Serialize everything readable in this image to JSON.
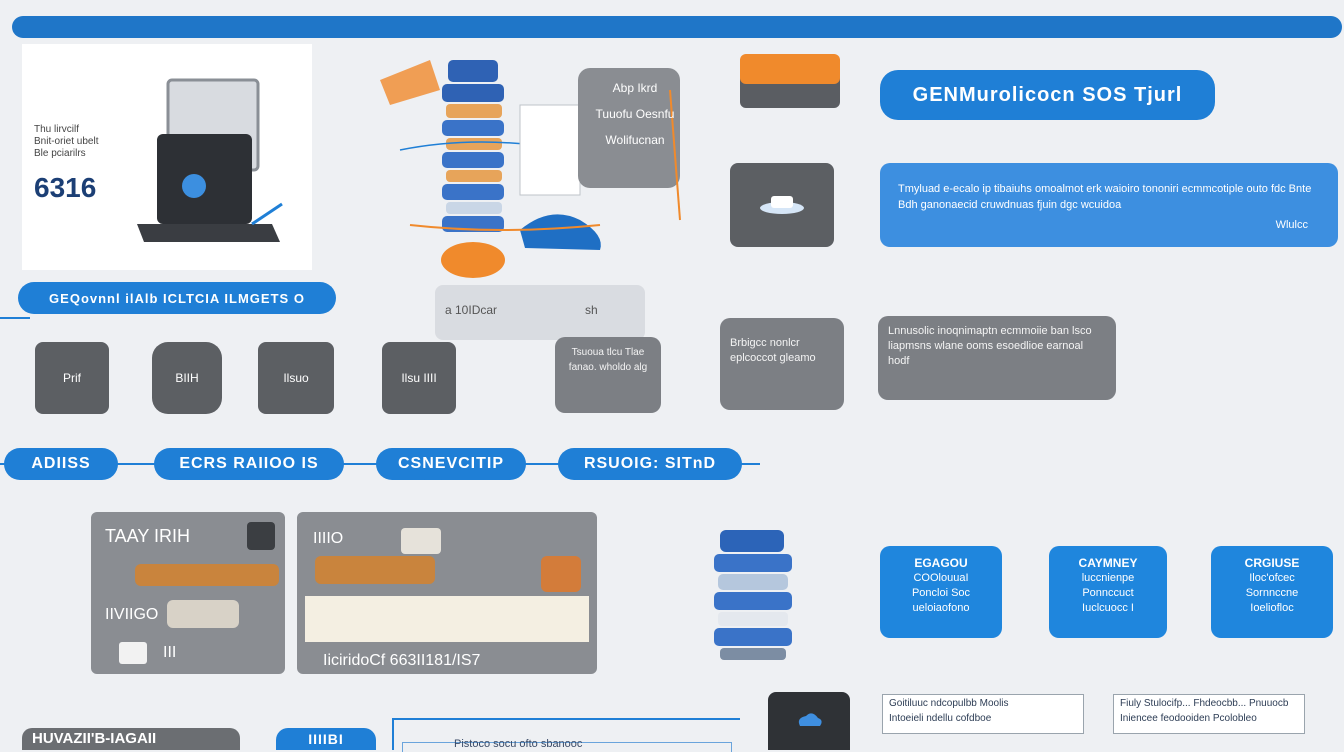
{
  "banner": {
    "main_title": "GENMurolicocn SOS Tjurl",
    "intro_lines": [
      "Thu lirvcilf",
      "Bnit-oriet ubelt",
      "Ble pciarilrs"
    ],
    "big_number": "6316",
    "desc_text": "Tmyluad e-ecalo ip tibaiuhs omoalmot erk waioiro tononiri ecmmcotiple outo fdc Bnte Bdh ganonaecid cruwdnuas fjuin dgc wcuidoa",
    "desc_right": "Wlulcc"
  },
  "diagram": {
    "lines": [
      "Abp Ikrd",
      "Tuuofu Oesnfu",
      "Wolifucnan"
    ],
    "caption_left": "a 10IDcar",
    "caption_right": "sh"
  },
  "section_bubble": "GEQovnnl ilAlb ICLTCIA ILMGETS O",
  "icons_row": [
    "Prif",
    "BIIH",
    "Ilsuo",
    "Ilsu IIII"
  ],
  "mid_bubble": "Tsuoua tlcu Tlae fanao. wholdo alg",
  "gray_notes": [
    "Brbigcc nonlcr eplcoccot gleamo",
    "Lnnusolic inoqnimaptn ecmmoiie ban lsco liapmsns wlane ooms esoedlioe earnoal hodf"
  ],
  "tabs": [
    "ADIISS",
    "ECRS RAIIOO IS",
    "CSNEVCITIP",
    "RSUOIG: SITnD"
  ],
  "panels": {
    "left_title": "TAAY IRIH",
    "left_label": "IIVIIGO",
    "left_code": "III",
    "right_title": "IIIIO",
    "right_footer": "IiciridoCf 663II181/IS7"
  },
  "blue_cards": [
    {
      "title": "EGAGOU",
      "line1": "COOlouuaI",
      "line2": "Poncloi Soc",
      "line3": "ueloiaofono"
    },
    {
      "title": "CAYMNEY",
      "line1": "luccnienpe",
      "line2": "Ponnccuct",
      "line3": "Iuclcuocc I"
    },
    {
      "title": "CRGIUSE",
      "line1": "Iloc'ofcec",
      "line2": "Sornnccne",
      "line3": "Ioeliofloc"
    }
  ],
  "bottom": {
    "left_bubble": "HUVAZII'B-IAGAII",
    "mid_pill": "IIIIBI",
    "mid_text": "Pistoco socu ofto sbanooc",
    "box1_lines": [
      "Goitiluuc ndcopulbb Moolis",
      "Intoeieli ndellu cofdboe"
    ],
    "box2_lines": [
      "Fiuly Stulocifp... Fhdeocbb... Pnuuocb",
      "Iniencee feodooiden Pcolobleo"
    ]
  },
  "colors": {
    "accent_blue": "#1f7fd6",
    "gray_bubble": "#7c7f84",
    "dark_tile": "#5c5f63",
    "orange": "#f08a2c"
  }
}
